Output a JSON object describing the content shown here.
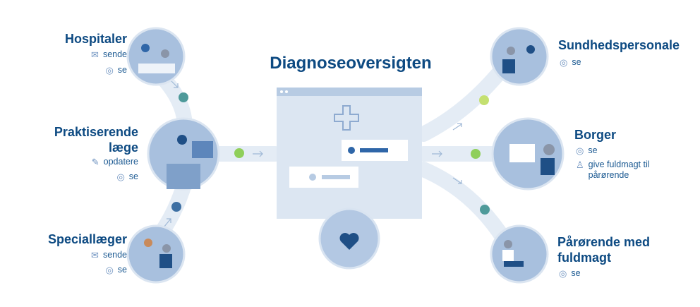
{
  "title": "Diagnoseoversigten",
  "left": [
    {
      "name": "Hospitaler",
      "actions": [
        {
          "icon": "envelope-icon",
          "label": "sende"
        },
        {
          "icon": "eye-icon",
          "label": "se"
        }
      ]
    },
    {
      "name": "Praktiserende læge",
      "actions": [
        {
          "icon": "pencil-icon",
          "label": "opdatere"
        },
        {
          "icon": "eye-icon",
          "label": "se"
        }
      ]
    },
    {
      "name": "Speciallæger",
      "actions": [
        {
          "icon": "envelope-icon",
          "label": "sende"
        },
        {
          "icon": "eye-icon",
          "label": "se"
        }
      ]
    }
  ],
  "right": [
    {
      "name": "Sundhedspersonale",
      "actions": [
        {
          "icon": "eye-icon",
          "label": "se"
        }
      ]
    },
    {
      "name": "Borger",
      "actions": [
        {
          "icon": "eye-icon",
          "label": "se"
        },
        {
          "icon": "person-check-icon",
          "label": "give fuldmagt til pårørende"
        }
      ]
    },
    {
      "name": "Pårørende med fuldmagt",
      "actions": [
        {
          "icon": "eye-icon",
          "label": "se"
        }
      ]
    }
  ],
  "colors": {
    "primary": "#0d4a82",
    "teal": "#4e9a9a",
    "green": "#8fcf5a",
    "navy": "#3d6fa3",
    "lime": "#c4e070"
  }
}
